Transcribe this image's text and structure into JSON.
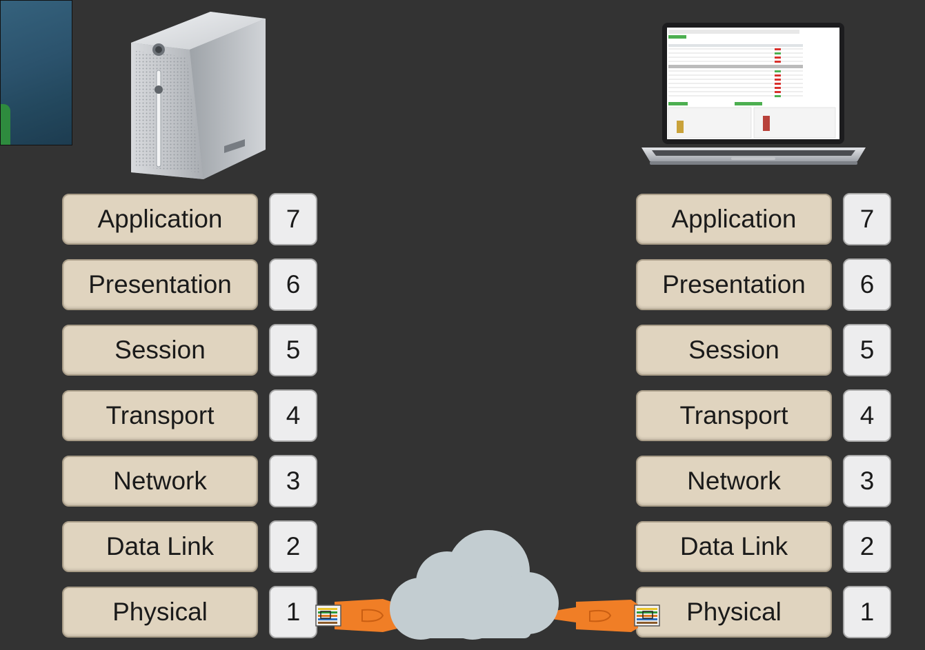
{
  "left_stack": {
    "layers": [
      {
        "label": "Application",
        "number": "7"
      },
      {
        "label": "Presentation",
        "number": "6"
      },
      {
        "label": "Session",
        "number": "5"
      },
      {
        "label": "Transport",
        "number": "4"
      },
      {
        "label": "Network",
        "number": "3"
      },
      {
        "label": "Data Link",
        "number": "2"
      },
      {
        "label": "Physical",
        "number": "1"
      }
    ]
  },
  "right_stack": {
    "layers": [
      {
        "label": "Application",
        "number": "7"
      },
      {
        "label": "Presentation",
        "number": "6"
      },
      {
        "label": "Session",
        "number": "5"
      },
      {
        "label": "Transport",
        "number": "4"
      },
      {
        "label": "Network",
        "number": "3"
      },
      {
        "label": "Data Link",
        "number": "2"
      },
      {
        "label": "Physical",
        "number": "1"
      }
    ]
  },
  "icons": {
    "server": "server-icon",
    "laptop": "laptop-icon",
    "cloud": "cloud-icon",
    "left_cable": "ethernet-cable-icon",
    "right_cable": "ethernet-cable-icon"
  },
  "colors": {
    "background": "#333333",
    "layer_fill": "#e0d4bf",
    "number_fill": "#ededee",
    "cloud": "#c3cdd1",
    "cable": "#f07e26"
  }
}
